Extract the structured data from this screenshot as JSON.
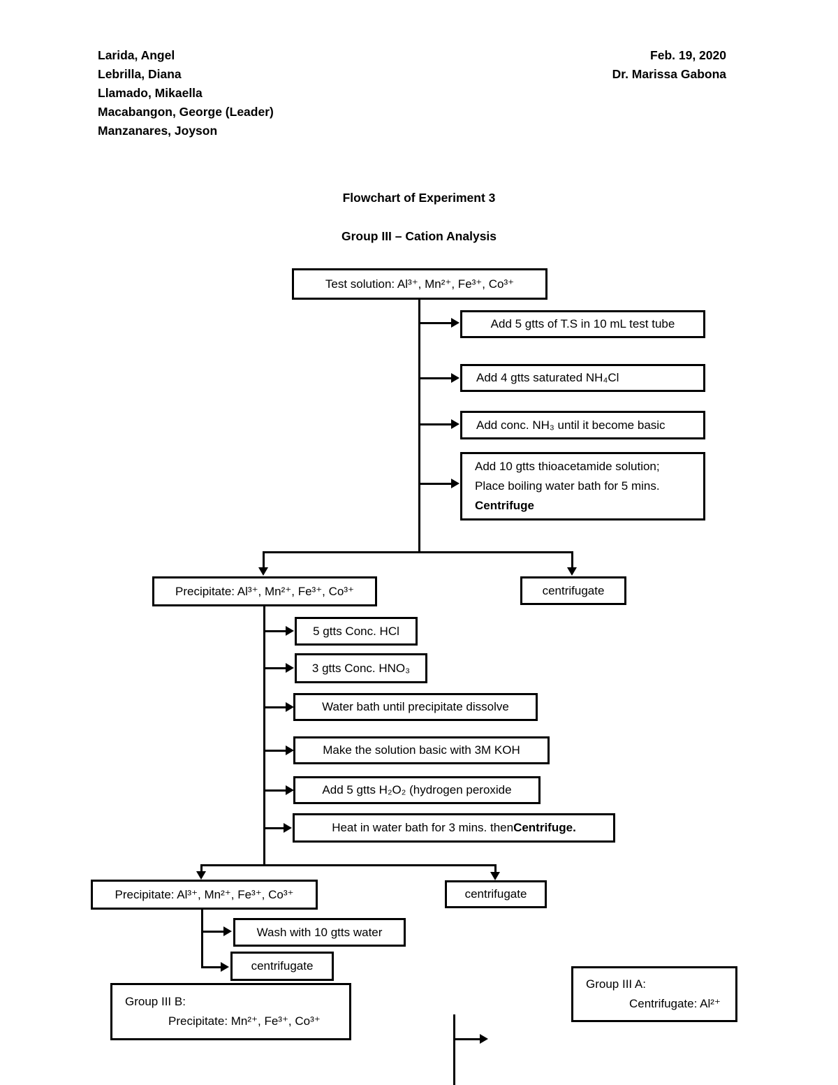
{
  "colors": {
    "ink": "#000000",
    "paper": "#ffffff"
  },
  "page": {
    "students": [
      "Larida, Angel",
      "Lebrilla, Diana",
      "Llamado, Mikaella",
      "Macabangon, George (Leader)",
      "Manzanares, Joyson"
    ],
    "date": "Feb. 19, 2020",
    "instructor": "Dr. Marissa Gabona",
    "title": "Flowchart of Experiment 3",
    "subtitle": "Group III – Cation Analysis"
  },
  "flow": {
    "test_solution": "Test solution: Al³⁺, Mn²⁺, Fe³⁺, Co³⁺",
    "right_steps": [
      "Add 5 gtts of T.S in 10 mL test tube",
      "Add 4 gtts saturated NH₄Cl",
      "Add conc. NH₃ until it become basic"
    ],
    "thio_step": {
      "line1": "Add 10 gtts thioacetamide solution;",
      "line2": "Place boiling water bath for 5 mins.",
      "line3_bold": "Centrifuge"
    },
    "precipitate1": "Precipitate: Al³⁺, Mn²⁺, Fe³⁺, Co³⁺",
    "centrifugate1": "centrifugate",
    "mid_steps": [
      "5 gtts Conc. HCl",
      "3 gtts Conc. HNO₃",
      "Water bath until precipitate dissolve",
      "Make the solution basic with 3M KOH",
      "Add 5 gtts H₂O₂ (hydrogen peroxide"
    ],
    "heat_step": {
      "prefix": "Heat in water bath for 3 mins. then ",
      "bold": "Centrifuge."
    },
    "precipitate2": "Precipitate: Al³⁺, Mn²⁺, Fe³⁺, Co³⁺",
    "centrifugate2": "centrifugate",
    "wash_step": "Wash with 10 gtts water",
    "centrifugate3": "centrifugate",
    "group_b": {
      "title": "Group III B:",
      "line": "Precipitate: Mn²⁺, Fe³⁺, Co³⁺"
    },
    "group_a": {
      "title": "Group III A:",
      "line": "Centrifugate: Al²⁺"
    }
  }
}
